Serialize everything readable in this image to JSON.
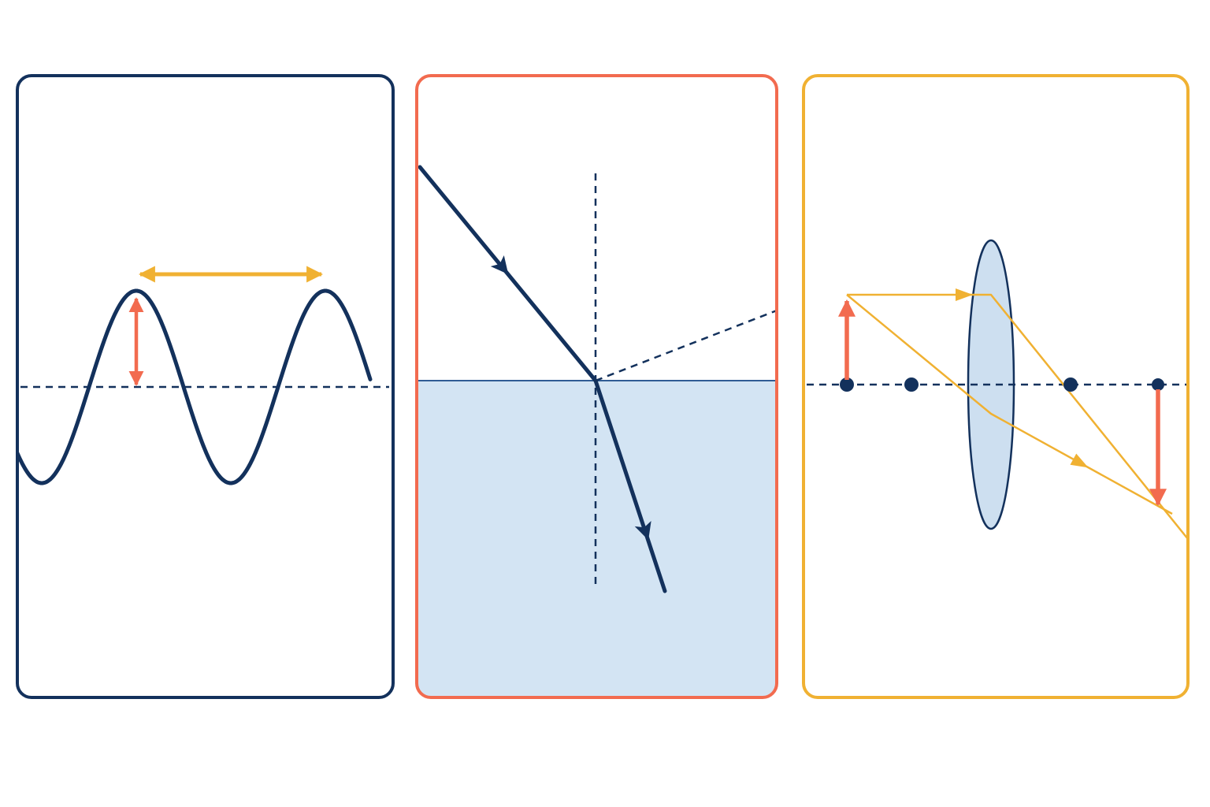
{
  "colors": {
    "navy": "#13315c",
    "coral": "#f26b4f",
    "amber": "#f0b132",
    "water": "#d3e4f3",
    "lens": "#cddff0"
  },
  "panels": [
    {
      "id": "wave",
      "border_color": "#13315c",
      "elements": [
        "sine-wave",
        "equilibrium-axis",
        "wavelength-arrow",
        "amplitude-arrow"
      ]
    },
    {
      "id": "refraction",
      "border_color": "#f26b4f",
      "elements": [
        "incident-ray",
        "refracted-ray",
        "reflected-ray",
        "normal-line",
        "water-medium",
        "interface-line"
      ]
    },
    {
      "id": "lens",
      "border_color": "#f0b132",
      "elements": [
        "convex-lens",
        "optical-axis",
        "object-arrow",
        "image-arrow",
        "focal-points",
        "parallel-ray",
        "central-ray"
      ]
    }
  ],
  "icons": {
    "wavelength": "double-headed-arrow-icon",
    "amplitude": "double-headed-arrow-icon",
    "ray_direction": "arrowhead-icon",
    "focal_point": "dot-icon"
  }
}
